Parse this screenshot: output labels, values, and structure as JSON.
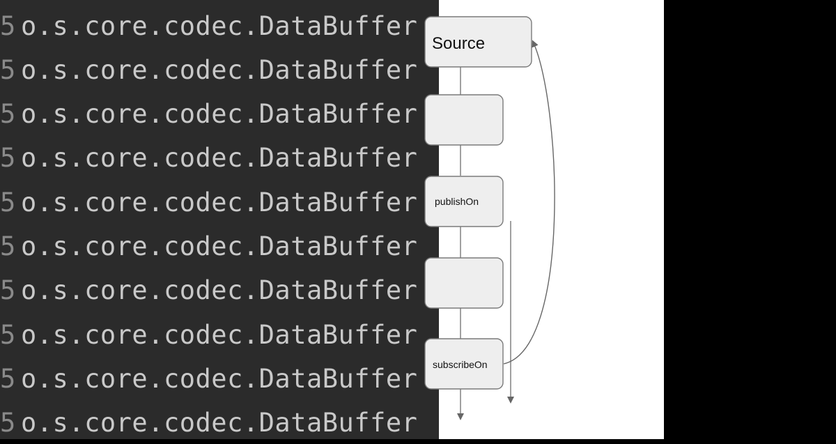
{
  "log": {
    "lines": [
      {
        "gutter": "5",
        "text": "o.s.core.codec.DataBuffer"
      },
      {
        "gutter": "5",
        "text": "o.s.core.codec.DataBuffer"
      },
      {
        "gutter": "5",
        "text": "o.s.core.codec.DataBuffer"
      },
      {
        "gutter": "5",
        "text": "o.s.core.codec.DataBuffer"
      },
      {
        "gutter": "5",
        "text": "o.s.core.codec.DataBuffer"
      },
      {
        "gutter": "5",
        "text": "o.s.core.codec.DataBuffer"
      },
      {
        "gutter": "5",
        "text": "o.s.core.codec.DataBuffer"
      },
      {
        "gutter": "5",
        "text": "o.s.core.codec.DataBuffer"
      },
      {
        "gutter": "5",
        "text": "o.s.core.codec.DataBuffer"
      },
      {
        "gutter": "5",
        "text": "o.s.core.codec.DataBuffer"
      }
    ]
  },
  "diagram": {
    "nodes": [
      {
        "label": "Source"
      },
      {
        "label": ""
      },
      {
        "label": "publishOn"
      },
      {
        "label": ""
      },
      {
        "label": "subscribeOn"
      }
    ]
  },
  "colors": {
    "log_background": "#2b2b2b",
    "log_text": "#c9c9c9",
    "node_fill": "#eeeeee",
    "node_stroke": "#7a7a7a",
    "connector": "#666666"
  }
}
